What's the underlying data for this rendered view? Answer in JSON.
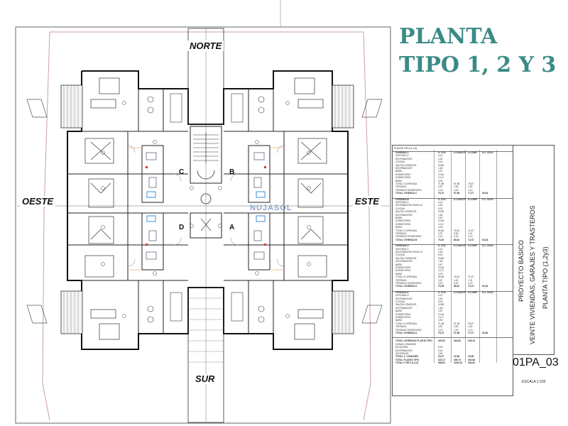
{
  "drawing": {
    "directions": {
      "north": "NORTE",
      "south": "SUR",
      "west": "OESTE",
      "east": "ESTE"
    },
    "unit_letters": [
      "C",
      "B",
      "D",
      "A"
    ],
    "watermark": "NUJASOL"
  },
  "title": {
    "line1": "PLANTA",
    "line2": "TIPO 1, 2 Y 3"
  },
  "table": {
    "header": "PLANTA TIPO (1,2,3)",
    "columns": [
      "S. ÚTIL",
      "S.CONSTR",
      "S.COMP",
      "S.C. ELEC"
    ],
    "blocks": [
      {
        "name": "VIVIENDA C",
        "rows": [
          [
            "VESTIBULO",
            "4,14",
            "",
            "",
            ""
          ],
          [
            "DISTRIBUIDOR",
            "4,50",
            "",
            "",
            ""
          ],
          [
            "COCINA",
            "8,15",
            "",
            "",
            ""
          ],
          [
            "SALÓN-COMEDOR",
            "18,55",
            "",
            "",
            ""
          ],
          [
            "DISTRIBUIDOR",
            "1,65",
            "",
            "",
            ""
          ],
          [
            "BAÑO",
            "3,57",
            "",
            "",
            ""
          ],
          [
            "DORMITORIO",
            "10,54",
            "",
            "",
            ""
          ],
          [
            "DORMITORIO",
            "14,17",
            "",
            "",
            ""
          ],
          [
            "BAÑO",
            "4,09",
            "",
            "",
            ""
          ],
          [
            "TOTAL S.CERRADA",
            "71,98",
            "91,98",
            "76,67",
            ""
          ],
          [
            "TERRAZA",
            "3,57",
            "3,50",
            "1,50",
            ""
          ],
          [
            "TERRAZA TENDEDERO",
            "3,19",
            "2,20",
            "1,10",
            ""
          ],
          [
            "TOTAL VIVIENDA C",
            "78,74",
            "97,68",
            "77,27",
            "90,84"
          ]
        ]
      },
      {
        "name": "VIVIENDA B",
        "rows": [
          [
            "VESTIBULO",
            "4,14",
            "",
            "",
            ""
          ],
          [
            "DISTRIBUIDOR-PASILLO",
            "4,50",
            "",
            "",
            ""
          ],
          [
            "COCINA",
            "8,15",
            "",
            "",
            ""
          ],
          [
            "SALÓN-COMEDOR",
            "18,55",
            "",
            "",
            ""
          ],
          [
            "DISTRIBUIDOR",
            "1,65",
            "",
            "",
            ""
          ],
          [
            "BAÑO",
            "3,57",
            "",
            "",
            ""
          ],
          [
            "DORMITORIO",
            "10,54",
            "",
            "",
            ""
          ],
          [
            "DORMITORIO",
            "14,17",
            "",
            "",
            ""
          ],
          [
            "BAÑO",
            "3,09",
            "",
            "",
            ""
          ],
          [
            "TOTAL S.CERRADA",
            "69,36",
            "78,02",
            "71,67",
            ""
          ],
          [
            "TERRAZA",
            "3,57",
            "3,50",
            "1,91",
            ""
          ],
          [
            "TERRAZA TENDEDERO",
            "3,19",
            "2,20",
            "1,10",
            ""
          ],
          [
            "TOTAL VIVIENDA B",
            "76,25",
            "86,62",
            "74,73",
            "93,18"
          ]
        ]
      },
      {
        "name": "VIVIENDA D",
        "rows": [
          [
            "VESTIBULO",
            "4,14",
            "",
            "",
            ""
          ],
          [
            "DISTRIBUIDOR-PASILLO",
            "4,50",
            "",
            "",
            ""
          ],
          [
            "COCINA",
            "8,15",
            "",
            "",
            ""
          ],
          [
            "SALÓN-COMEDOR",
            "18,55",
            "",
            "",
            ""
          ],
          [
            "DISTRIBUIDOR",
            "1,65",
            "",
            "",
            ""
          ],
          [
            "BAÑO",
            "3,57",
            "",
            "",
            ""
          ],
          [
            "DORMITORIO",
            "10,54",
            "",
            "",
            ""
          ],
          [
            "DORMITORIO",
            "14,17",
            "",
            "",
            ""
          ],
          [
            "BAÑO",
            "3,09",
            "",
            "",
            ""
          ],
          [
            "TOTAL S.CERRADA",
            "69,36",
            "78,02",
            "71,67",
            ""
          ],
          [
            "TERRAZA",
            "3,57",
            "3,50",
            "1,91",
            ""
          ],
          [
            "TERRAZA TENDEDERO",
            "3,19",
            "2,20",
            "1,10",
            ""
          ],
          [
            "TOTAL VIVIENDA D",
            "76,25",
            "86,62",
            "74,73",
            "93,18"
          ]
        ]
      },
      {
        "name": "VIVIENDA A",
        "rows": [
          [
            "VESTIBULO",
            "4,14",
            "",
            "",
            ""
          ],
          [
            "DISTRIBUIDOR",
            "4,50",
            "",
            "",
            ""
          ],
          [
            "COCINA",
            "8,15",
            "",
            "",
            ""
          ],
          [
            "SALÓN-COMEDOR",
            "18,55",
            "",
            "",
            ""
          ],
          [
            "DISTRIBUIDOR",
            "1,65",
            "",
            "",
            ""
          ],
          [
            "BAÑO",
            "3,57",
            "",
            "",
            ""
          ],
          [
            "DORMITORIO",
            "10,54",
            "",
            "",
            ""
          ],
          [
            "DORMITORIO",
            "14,17",
            "",
            "",
            ""
          ],
          [
            "BAÑO",
            "4,09",
            "",
            "",
            ""
          ],
          [
            "TOTAL S.CERRADA",
            "71,98",
            "91,98",
            "76,67",
            ""
          ],
          [
            "TERRAZA",
            "3,57",
            "3,50",
            "1,50",
            ""
          ],
          [
            "TERRAZA TENDEDERO",
            "3,19",
            "2,20",
            "1,10",
            ""
          ],
          [
            "TOTAL VIVIENDA A",
            "78,74",
            "97,68",
            "77,27",
            "90,84"
          ]
        ]
      }
    ],
    "summary": [
      [
        "TOTAL VIVIENDAS PLANTA TIPO",
        "302,00",
        "364,60",
        "305,10",
        ""
      ],
      [
        "ZONAS COMUNES",
        "",
        "",
        "",
        ""
      ],
      [
        "ESCALERA",
        "8,99",
        "",
        "",
        ""
      ],
      [
        "DISTRIBUIDOR",
        "5,40",
        "",
        "",
        ""
      ],
      [
        "ASCENSOR",
        "3,80",
        "",
        "",
        ""
      ],
      [
        "TOTAL Z. COMUNES",
        "20,27",
        "25,56",
        "25,56",
        ""
      ],
      [
        "TOTAL PLANTA TIPO",
        "322,27",
        "389,72",
        "330,66",
        ""
      ],
      [
        "TOTAL P.TIPO (1,2,3)",
        "966,81",
        "1169,16",
        "992,00",
        ""
      ]
    ]
  },
  "project": {
    "line1": "PROYECTO BASICO",
    "line2": "VEINTE VIVIENDAS, GARAJES Y TRASTEROS",
    "line3": "PLANTA TIPO (1,2y3)",
    "code": "01PA_03",
    "scale": "ESCALA 1:100"
  }
}
